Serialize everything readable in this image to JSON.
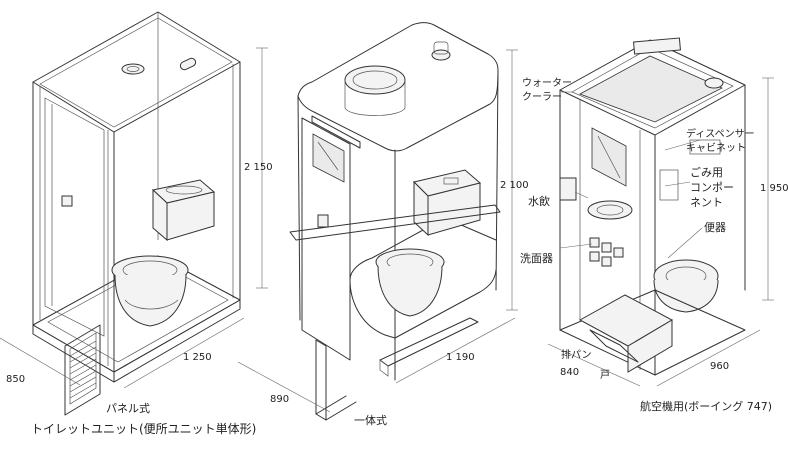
{
  "colors": {
    "ink": "#333333",
    "paper": "#ffffff"
  },
  "units": {
    "panel": {
      "caption": "パネル式",
      "height": "2 150",
      "width": "1 250",
      "depth": "850"
    },
    "integral": {
      "caption": "一体式",
      "height": "2 100",
      "width": "1 190",
      "depth": "890"
    },
    "aircraft": {
      "caption": "航空機用(ボーイング 747)",
      "height": "1 950",
      "width": "960",
      "depth": "840",
      "labels": {
        "water_cooler": "ウォーター\nクーラー",
        "dispenser_cabinet": "ディスペンサー\nキャビネット",
        "trash": "ごみ用\nコンポー\nネント",
        "drinking": "水飲",
        "toilet": "便器",
        "washbasin": "洗面器",
        "drain": "排パン",
        "door": "戸"
      }
    }
  },
  "main_caption": "トイレットユニット(便所ユニット単体形)"
}
